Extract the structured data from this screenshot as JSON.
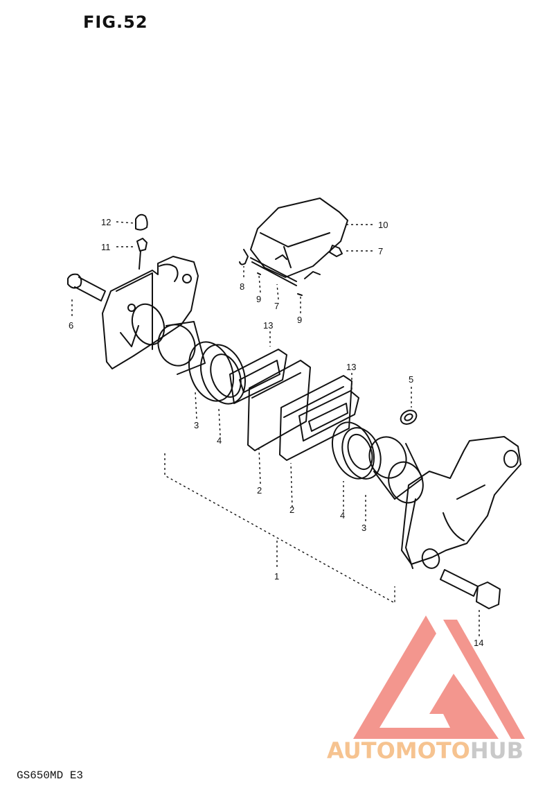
{
  "figure": {
    "title": "FIG.52",
    "model_code": "GS650MD E3"
  },
  "watermark": {
    "text_part1": "AUTOMOTO",
    "text_part2": "HUB",
    "color_logo": "#f28b82",
    "color_text1": "#f6c390",
    "color_text2": "#c9c9c9"
  },
  "callouts": {
    "c12": "12",
    "c11": "11",
    "c6": "6",
    "c10": "10",
    "c7a": "7",
    "c8": "8",
    "c9a": "9",
    "c7b": "7",
    "c9b": "9",
    "c13a": "13",
    "c13b": "13",
    "c5": "5",
    "c3a": "3",
    "c4a": "4",
    "c2a": "2",
    "c2b": "2",
    "c4b": "4",
    "c3b": "3",
    "c1": "1",
    "c14": "14"
  }
}
